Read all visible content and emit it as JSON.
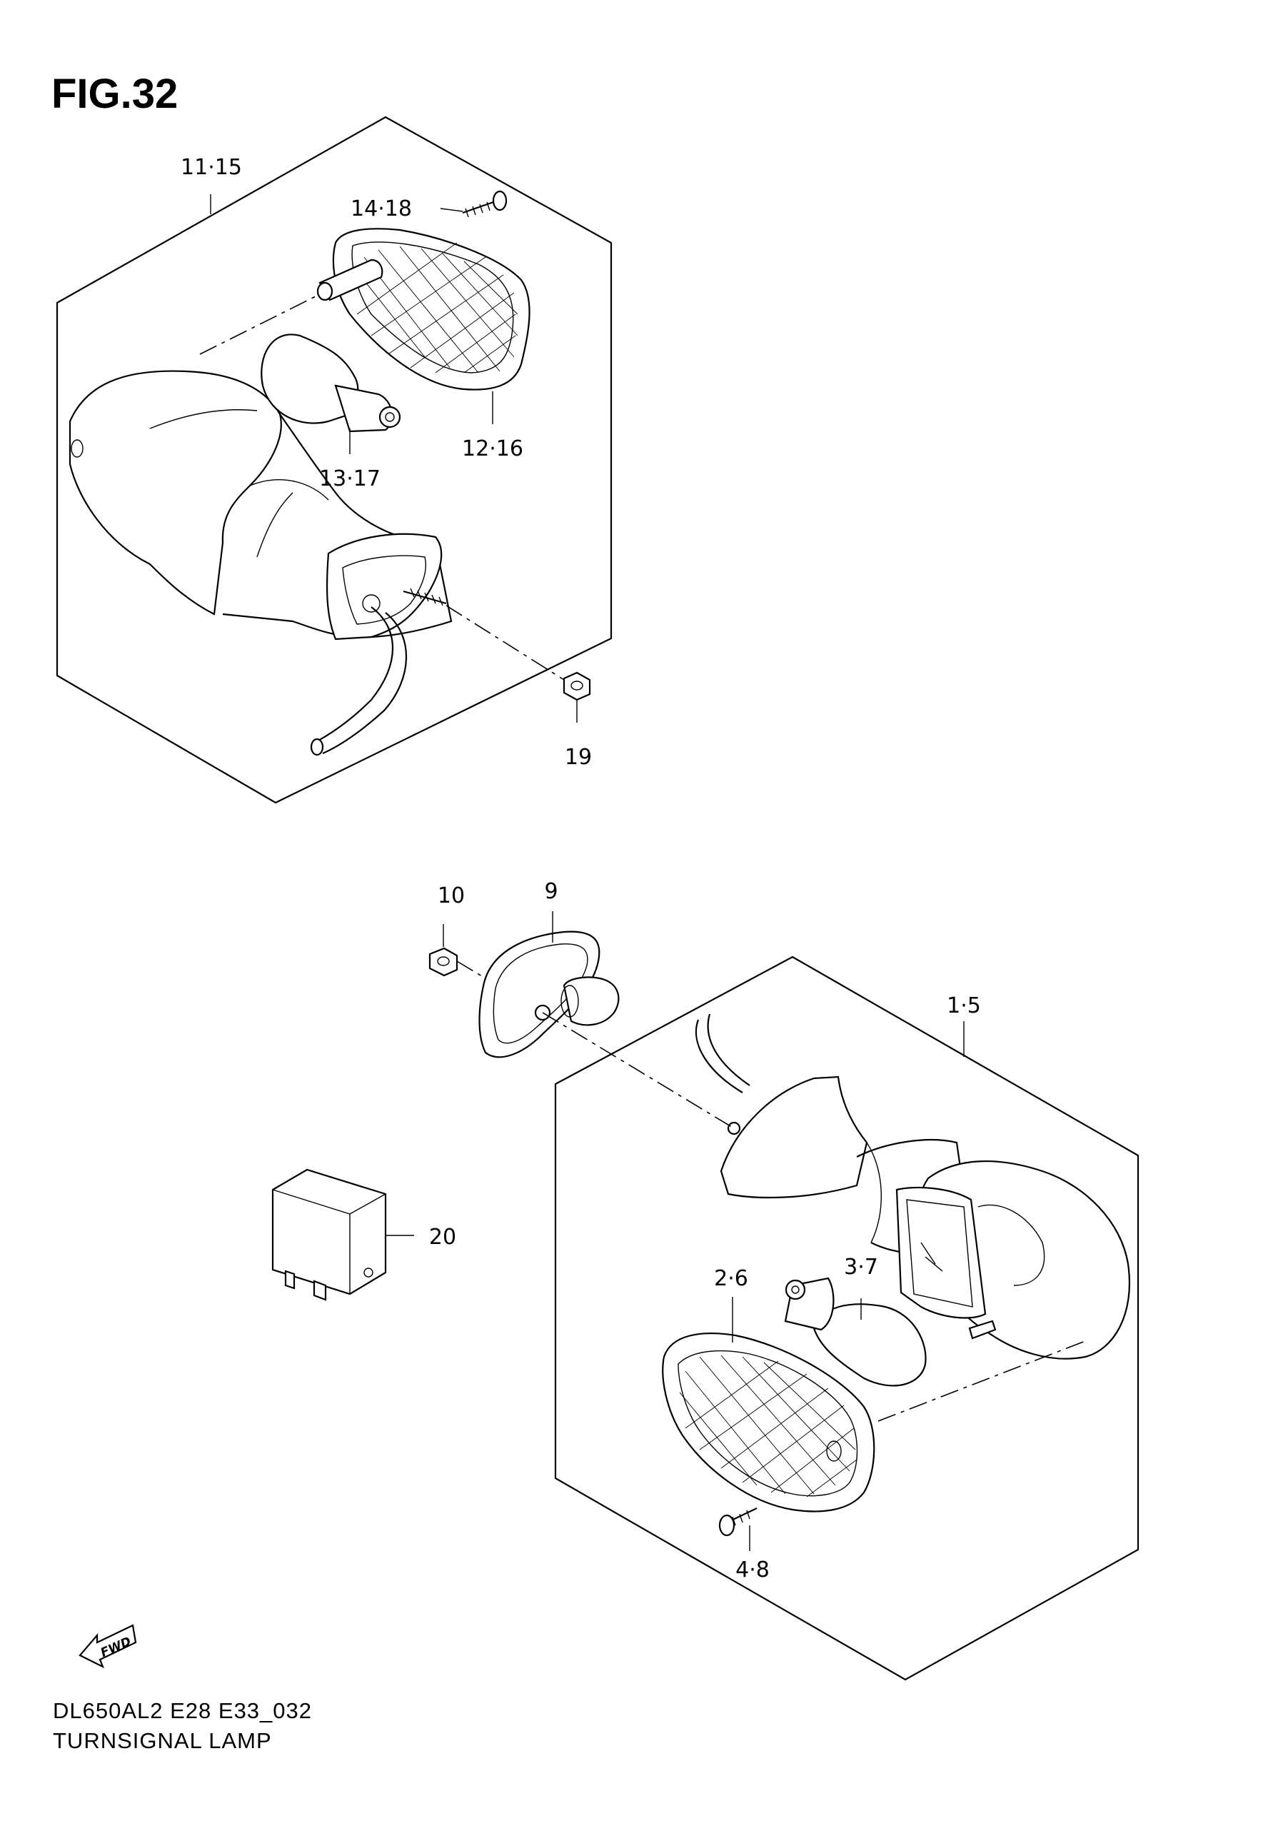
{
  "figure": {
    "title": "FIG.32",
    "code": "DL650AL2 E28 E33_032",
    "name": "TURNSIGNAL LAMP",
    "fwd_label": "FWD"
  },
  "callouts": [
    {
      "id": "c-11-15",
      "label": "11·15"
    },
    {
      "id": "c-14-18",
      "label": "14·18"
    },
    {
      "id": "c-12-16",
      "label": "12·16"
    },
    {
      "id": "c-13-17",
      "label": "13·17"
    },
    {
      "id": "c-19",
      "label": "19"
    },
    {
      "id": "c-10",
      "label": "10"
    },
    {
      "id": "c-9",
      "label": "9"
    },
    {
      "id": "c-1-5",
      "label": "1·5"
    },
    {
      "id": "c-20",
      "label": "20"
    },
    {
      "id": "c-2-6",
      "label": "2·6"
    },
    {
      "id": "c-3-7",
      "label": "3·7"
    },
    {
      "id": "c-4-8",
      "label": "4·8"
    }
  ]
}
